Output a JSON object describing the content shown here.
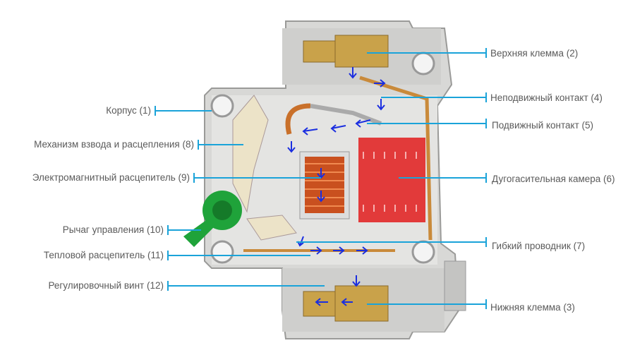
{
  "left_labels": [
    {
      "id": "body",
      "text": "Корпус (1)"
    },
    {
      "id": "mechanism",
      "text": "Механизм взвода и расцепления (8)"
    },
    {
      "id": "magnetic-release",
      "text": "Электромагнитный расцепитель (9)"
    },
    {
      "id": "lever",
      "text": "Рычаг управления (10)"
    },
    {
      "id": "thermal-release",
      "text": "Тепловой расцепитель (11)"
    },
    {
      "id": "adjust-screw",
      "text": "Регулировочный винт (12)"
    }
  ],
  "right_labels": [
    {
      "id": "top-terminal",
      "text": "Верхняя клемма (2)"
    },
    {
      "id": "fixed-contact",
      "text": "Неподвижный контакт (4)"
    },
    {
      "id": "moving-contact",
      "text": "Подвижный контакт (5)"
    },
    {
      "id": "arc-chamber",
      "text": "Дугогасительная камера (6)"
    },
    {
      "id": "flex-conductor",
      "text": "Гибкий проводник (7)"
    },
    {
      "id": "bottom-terminal",
      "text": "Нижняя клемма (3)"
    }
  ],
  "colors": {
    "leader": "#1aa3d9",
    "arrow": "#1a2ee0",
    "body": "#d8d8d6",
    "arc": "#e23a3a",
    "coil": "#c9501f",
    "lever": "#1fa33a",
    "brass": "#c9a24a"
  }
}
